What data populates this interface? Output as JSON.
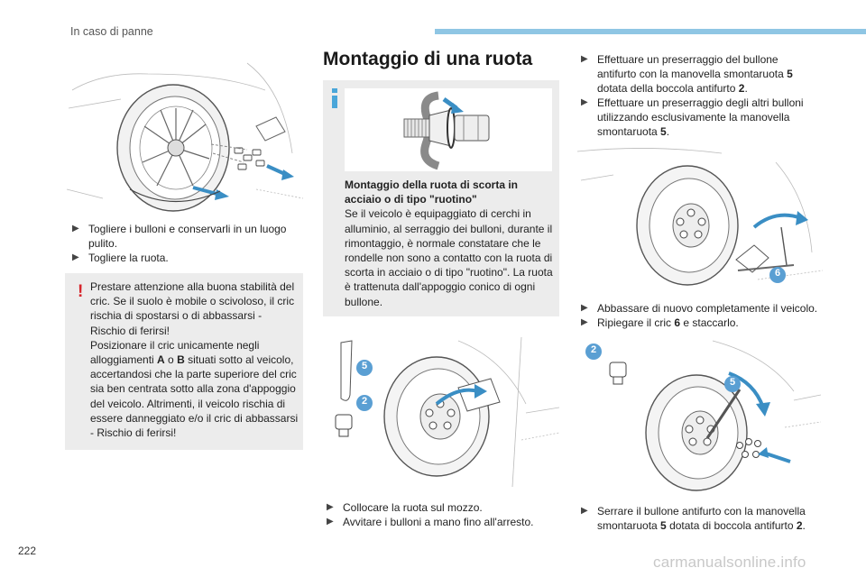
{
  "header": {
    "section": "In caso di panne"
  },
  "footer": {
    "page_number": "222",
    "watermark": "carmanualsonline.info"
  },
  "col1": {
    "steps": [
      "Togliere i bulloni e conservarli in un luogo pulito.",
      "Togliere la ruota."
    ],
    "warning": {
      "line1": "Prestare attenzione alla buona stabilità del cric. Se il suolo è mobile o scivoloso, il cric rischia di spostarsi o di abbassarsi - Rischio di ferirsi!",
      "line2a": "Posizionare il cric unicamente negli alloggiamenti ",
      "label_a": "A",
      "mid_o": " o ",
      "label_b": "B",
      "line2b": " situati sotto al veicolo, accertandosi che la parte superiore del cric sia ben centrata sotto alla zona d'appoggio del veicolo. Altrimenti, il veicolo rischia di essere danneggiato e/o il cric di abbassarsi - Rischio di ferirsi!"
    }
  },
  "col2": {
    "title": "Montaggio di una ruota",
    "info": {
      "heading": "Montaggio della ruota di scorta in acciaio o di tipo \"ruotino\"",
      "body": "Se il veicolo è equipaggiato di cerchi in alluminio, al serraggio dei bulloni, durante il rimontaggio, è normale constatare che le rondelle non sono a contatto con la ruota di scorta in acciaio o di tipo \"ruotino\". La ruota è trattenuta dall'appoggio conico di ogni bullone."
    },
    "callouts": [
      "5",
      "2"
    ],
    "steps": [
      "Collocare la ruota sul mozzo.",
      "Avvitare i bulloni a mano fino all'arresto."
    ]
  },
  "col3": {
    "steps_top": [
      {
        "pre": "Effettuare un preserraggio del bullone antifurto con la manovella smontaruota ",
        "n1": "5",
        "mid": " dotata della boccola antifurto ",
        "n2": "2",
        "post": "."
      },
      {
        "pre": "Effettuare un preserraggio degli altri bulloni utilizzando esclusivamente la manovella smontaruota ",
        "n1": "5",
        "post": "."
      }
    ],
    "callout_jack": "6",
    "steps_mid": [
      {
        "pre": "Abbassare di nuovo completamente il veicolo."
      },
      {
        "pre": "Ripiegare il cric ",
        "n1": "6",
        "post": " e staccarlo."
      }
    ],
    "callouts_bottom": [
      "2",
      "5"
    ],
    "step_bottom": {
      "pre": "Serrare il bullone antifurto con la manovella smontaruota ",
      "n1": "5",
      "mid": " dotata di boccola antifurto ",
      "n2": "2",
      "post": "."
    }
  },
  "icons": {
    "bullet": "arrow-bullet-icon",
    "info": "info-icon",
    "warning": "warning-icon"
  },
  "colors": {
    "accent_blue": "#4aa6d9",
    "callout_blue": "#5a9fd3",
    "header_bar": "#8fc6e4",
    "warning_red": "#d6252b",
    "box_grey": "#ececec"
  }
}
